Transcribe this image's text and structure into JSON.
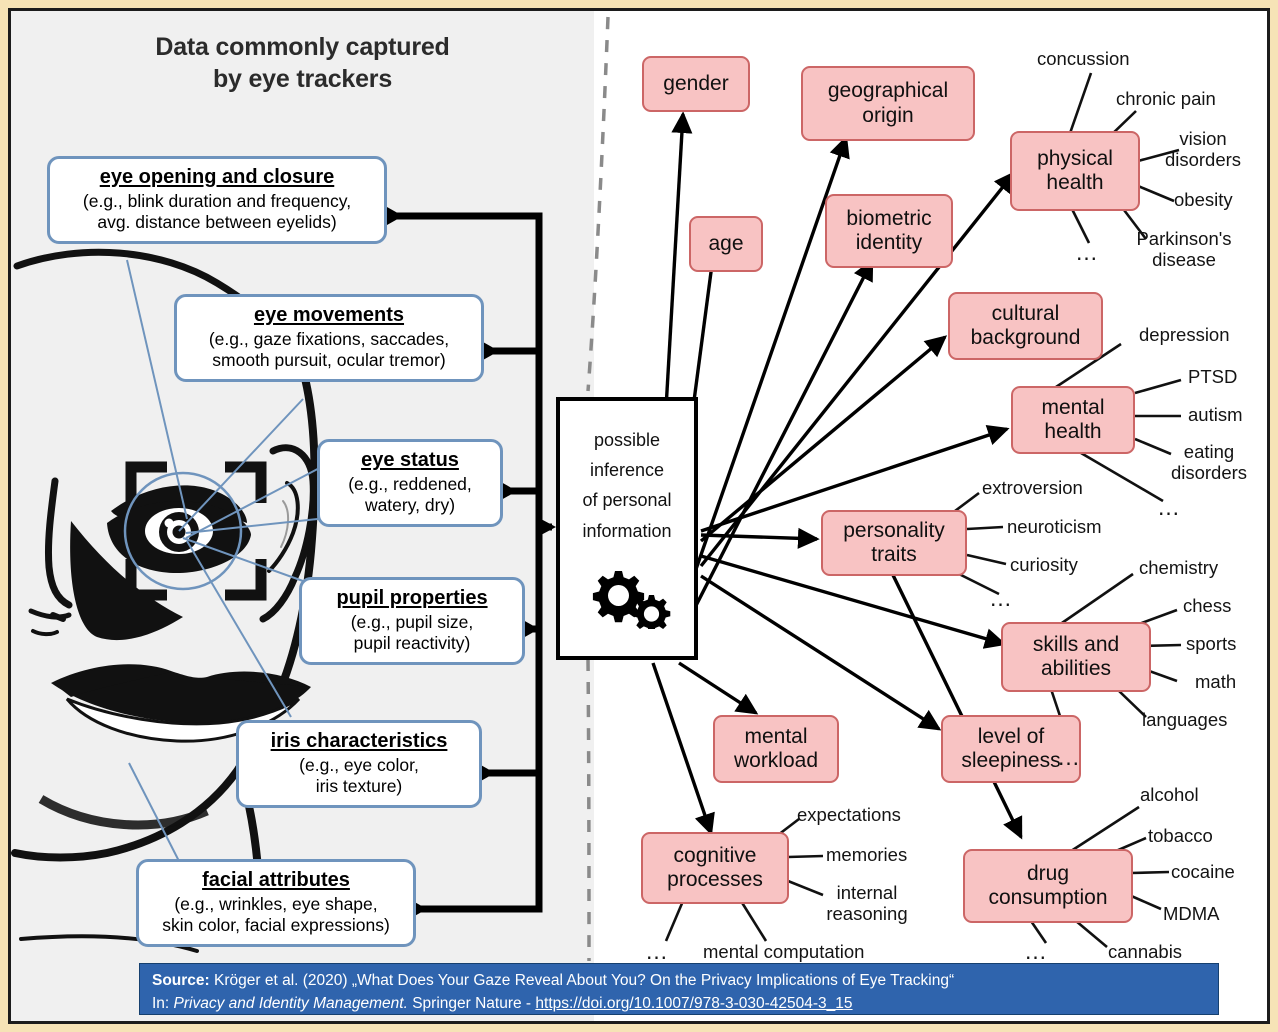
{
  "panel": {
    "title": "Data commonly captured\nby eye trackers"
  },
  "capture_boxes": [
    {
      "title": "eye opening and closure",
      "detail": "(e.g., blink duration and frequency,\navg. distance between eyelids)"
    },
    {
      "title": "eye movements",
      "detail": "(e.g., gaze fixations, saccades,\nsmooth pursuit, ocular tremor)"
    },
    {
      "title": "eye status",
      "detail": "(e.g., reddened,\nwatery, dry)"
    },
    {
      "title": "pupil properties",
      "detail": "(e.g., pupil size,\npupil reactivity)"
    },
    {
      "title": "iris characteristics",
      "detail": "(e.g., eye color,\niris texture)"
    },
    {
      "title": "facial attributes",
      "detail": "(e.g., wrinkles, eye shape,\nskin color, facial expressions)"
    }
  ],
  "central": {
    "label": "possible\ninference\nof personal\ninformation",
    "icon": "gears-icon"
  },
  "inferences": [
    {
      "label": "gender",
      "leaves": []
    },
    {
      "label": "age",
      "leaves": []
    },
    {
      "label": "geographical\norigin",
      "leaves": []
    },
    {
      "label": "biometric\nidentity",
      "leaves": []
    },
    {
      "label": "physical\nhealth",
      "leaves": [
        "concussion",
        "chronic pain",
        "vision\ndisorders",
        "obesity",
        "Parkinson's\ndisease",
        "…"
      ]
    },
    {
      "label": "cultural\nbackground",
      "leaves": []
    },
    {
      "label": "mental\nhealth",
      "leaves": [
        "depression",
        "PTSD",
        "autism",
        "eating\ndisorders",
        "…"
      ]
    },
    {
      "label": "personality\ntraits",
      "leaves": [
        "extroversion",
        "neuroticism",
        "curiosity",
        "…"
      ]
    },
    {
      "label": "skills and\nabilities",
      "leaves": [
        "chemistry",
        "chess",
        "sports",
        "math",
        "languages",
        "…"
      ]
    },
    {
      "label": "mental\nworkload",
      "leaves": []
    },
    {
      "label": "level of\nsleepiness",
      "leaves": []
    },
    {
      "label": "cognitive\nprocesses",
      "leaves": [
        "expectations",
        "memories",
        "internal\nreasoning",
        "mental computation",
        "…"
      ]
    },
    {
      "label": "drug\nconsumption",
      "leaves": [
        "alcohol",
        "tobacco",
        "cocaine",
        "MDMA",
        "cannabis",
        "…"
      ]
    }
  ],
  "source": {
    "prefix": "Source:",
    "citation": " Kröger et al. (2020) „What Does Your Gaze Reveal About You? On the Privacy Implications of Eye Tracking“",
    "in_label": "In: ",
    "venue": "Privacy and Identity Management.",
    "publisher": " Springer Nature - ",
    "doi": "https://doi.org/10.1007/978-3-030-42504-3_15"
  },
  "colors": {
    "panel_bg": "#f0f0f0",
    "capture_box_border": "#6f94bd",
    "inference_fill": "#f8c3c3",
    "inference_border": "#cc6666",
    "source_bar": "#2f64ad",
    "frame": "#f6e3b6"
  }
}
